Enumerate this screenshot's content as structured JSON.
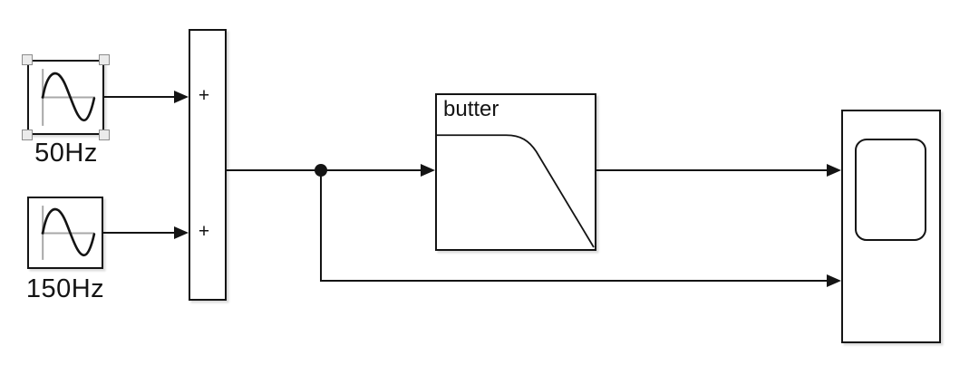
{
  "diagram": {
    "kind": "simulink-block-diagram",
    "description": "Two sine sources summed, branched to a butter lowpass filter and directly to a two-input scope"
  },
  "colors": {
    "background": "#ffffff",
    "wire": "#141414",
    "block-border": "#141414",
    "text": "#141414",
    "axis": "#a8a8a8",
    "handle-fill": "#ebebeb",
    "handle-border": "#8c8c8c"
  },
  "blocks": {
    "sine_50hz": {
      "label": "50Hz",
      "icon": "sine-wave-icon",
      "selected": true
    },
    "sine_150hz": {
      "label": "150Hz",
      "icon": "sine-wave-icon",
      "selected": false
    },
    "sum": {
      "ports": [
        "+",
        "+"
      ]
    },
    "filter": {
      "label": "butter",
      "icon": "lowpass-response-curve-icon"
    },
    "scope": {
      "icon": "scope-display-icon",
      "inputs": 2
    }
  }
}
